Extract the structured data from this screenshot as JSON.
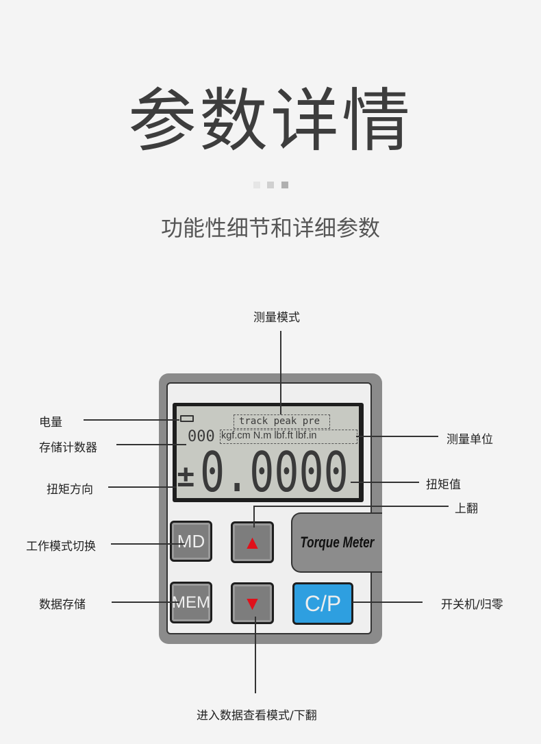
{
  "title": "参数详情",
  "subtitle": "功能性细节和详细参数",
  "device": {
    "modes": "track  peak  pre",
    "units": "kgf.cm N.m lbf.ft lbf.in",
    "counter": "000",
    "sign": "±",
    "value": "0.0000",
    "brand": "Torque Meter",
    "buttons": {
      "md": "MD",
      "mem": "MEM",
      "up": "▲",
      "down": "▼",
      "cp": "C/P"
    },
    "colors": {
      "cp": "#2e9fe0",
      "arrow": "#e0101a",
      "lcd": "#c7c9c2"
    }
  },
  "labels": {
    "mode": "测量模式",
    "battery": "电量",
    "counter": "存储计数器",
    "unit": "测量单位",
    "direction": "扭矩方向",
    "value": "扭矩值",
    "up": "上翻",
    "mode_switch": "工作模式切换",
    "store": "数据存储",
    "power": "开关机/归零",
    "view": "进入数据查看模式/下翻"
  }
}
